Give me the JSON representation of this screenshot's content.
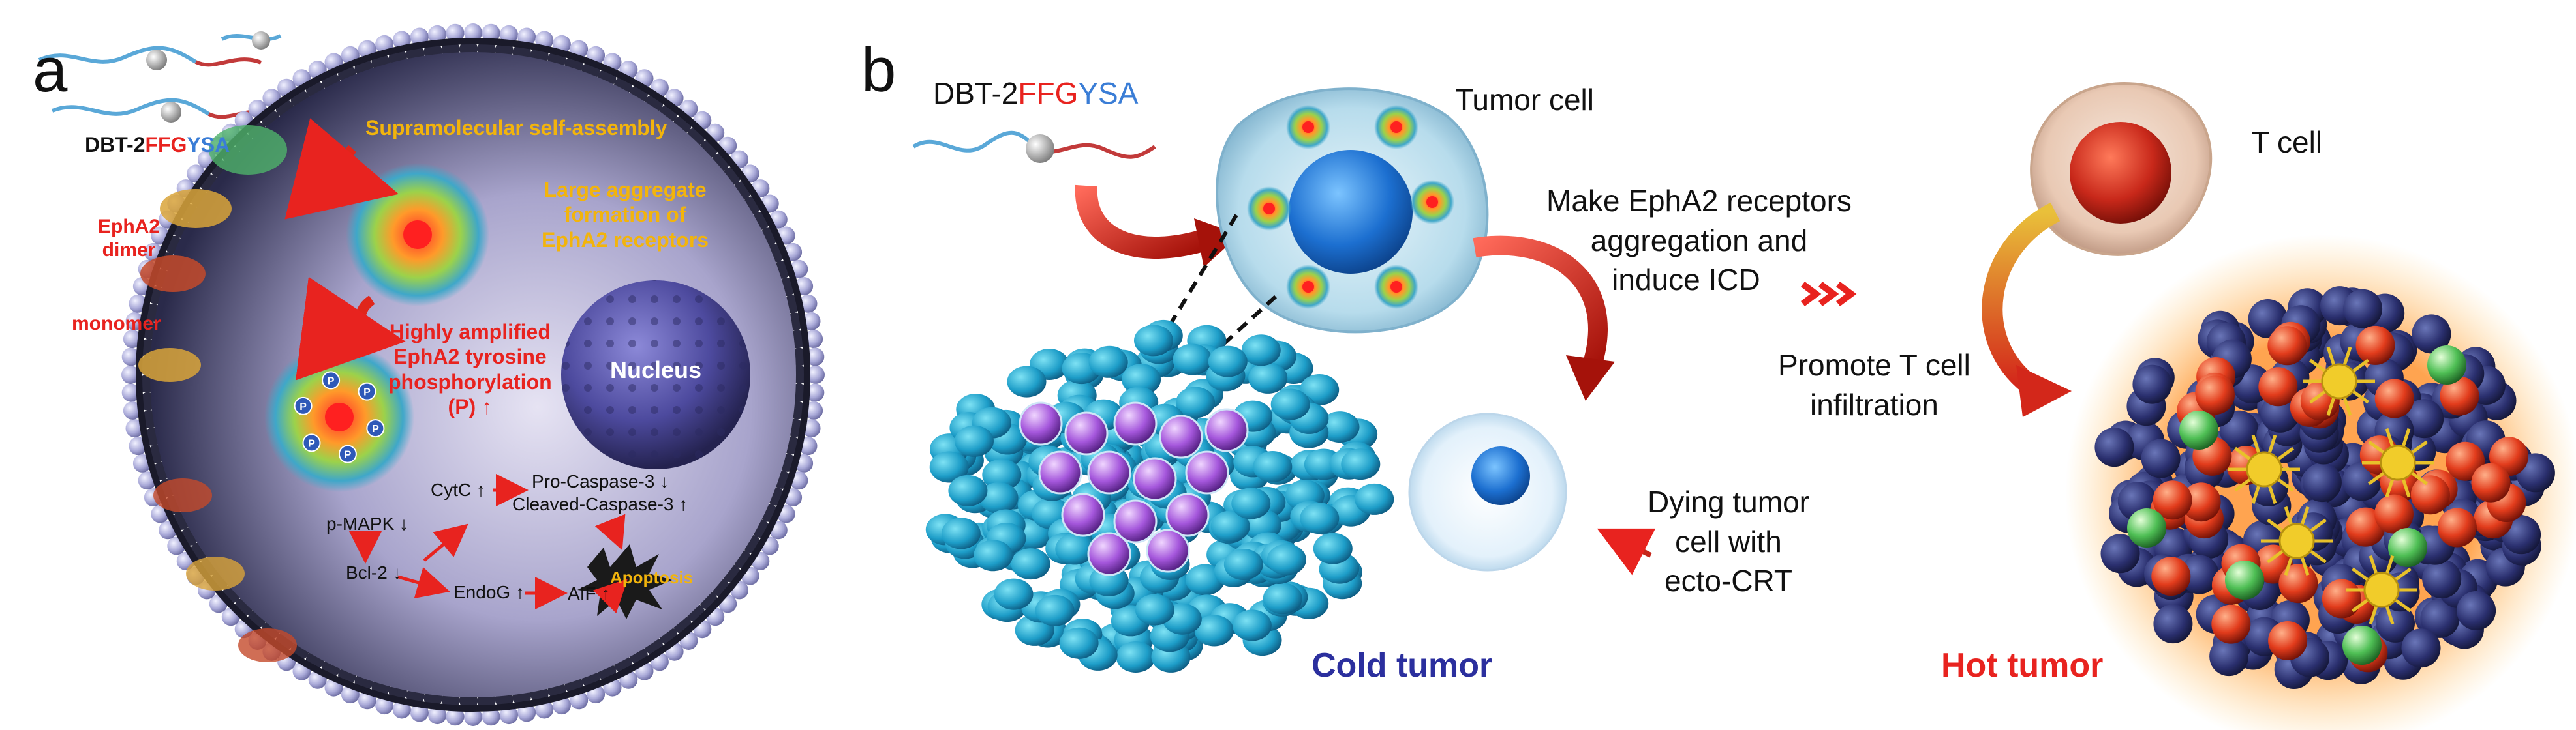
{
  "panel_a": {
    "label": "a",
    "peptide_prefix": "DBT-2",
    "peptide_red": "FFG",
    "peptide_blue": "YSA",
    "self_assembly": "Supramolecular self-assembly",
    "large_aggregate": [
      "Large aggregate",
      "formation of",
      "EphA2 receptors"
    ],
    "epha2_dimer": [
      "EphA2",
      "dimer"
    ],
    "monomer": "monomer",
    "amplified": [
      "Highly amplified",
      "EphA2 tyrosine",
      "phosphorylation",
      "(P) ↑"
    ],
    "nucleus": "Nucleus",
    "pathway": {
      "cytc": "CytC ↑",
      "pro_caspase": "Pro-Caspase-3 ↓",
      "cleaved_caspase": "Cleaved-Caspase-3 ↑",
      "pmapk": "p-MAPK ↓",
      "bcl2": "Bcl-2 ↓",
      "endog": "EndoG ↑",
      "aif": "AIF ↑",
      "apoptosis": "Apoptosis"
    },
    "phospho_marker": "P"
  },
  "panel_b": {
    "label": "b",
    "peptide_prefix": "DBT-2",
    "peptide_red": "FFG",
    "peptide_blue": "YSA",
    "tumor_cell": "Tumor cell",
    "make_epha2": [
      "Make EphA2 receptors",
      "aggregation and",
      "induce ICD"
    ],
    "promote": [
      "Promote T cell",
      "infiltration"
    ],
    "dying": [
      "Dying tumor",
      "cell with",
      "ecto-CRT"
    ],
    "cold_tumor": "Cold tumor",
    "t_cell": "T cell",
    "hot_tumor": "Hot tumor"
  },
  "colors": {
    "yellow_text": "#f2b40c",
    "red_text": "#e8231f",
    "blue_text": "#3a7dd6",
    "cold_tumor_text": "#2b2f9e",
    "hot_tumor_text": "#e8231f",
    "membrane": "#9a9ad0",
    "nucleus": "#4d4a9e"
  }
}
